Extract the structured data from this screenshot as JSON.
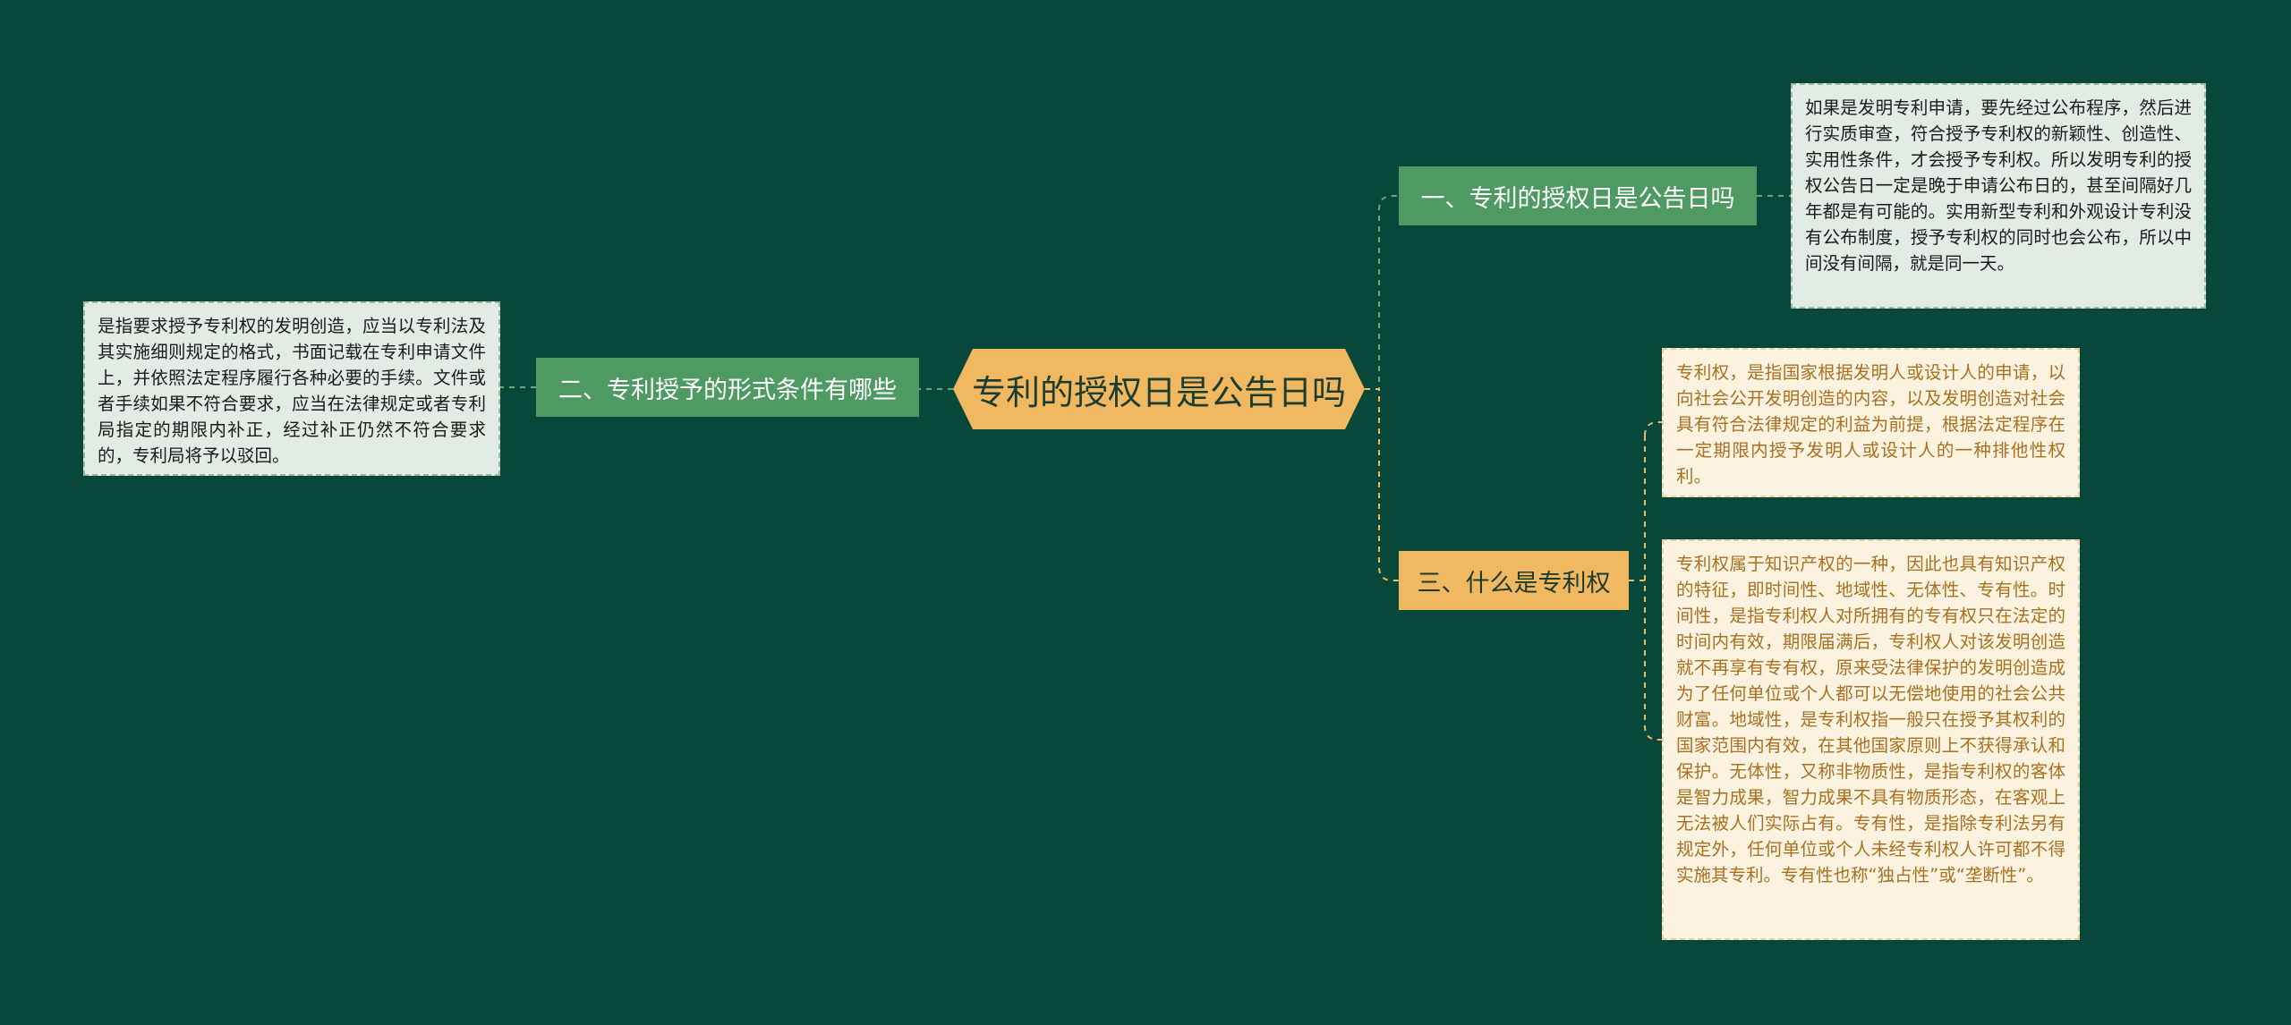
{
  "colors": {
    "background": "#07483a",
    "root_fill": "#f0b860",
    "green_branch": "#4f9a63",
    "yellow_branch": "#f0b860",
    "green_leaf": "#e3ebe5",
    "yellow_leaf": "#fbf2df",
    "green_connector": "#5fae74",
    "yellow_connector": "#f0b860"
  },
  "root": {
    "label": "专利的授权日是公告日吗"
  },
  "branches": [
    {
      "label": "一、专利的授权日是公告日吗",
      "color": "green"
    },
    {
      "label": "二、专利授予的形式条件有哪些",
      "color": "green"
    },
    {
      "label": "三、什么是专利权",
      "color": "yellow"
    }
  ],
  "leaves": [
    {
      "text": "如果是发明专利申请，要先经过公布程序，然后进行实质审查，符合授予专利权的新颖性、创造性、实用性条件，才会授予专利权。所以发明专利的授权公告日一定是晚于申请公布日的，甚至间隔好几年都是有可能的。实用新型专利和外观设计专利没有公布制度，授予专利权的同时也会公布，所以中间没有间隔，就是同一天。"
    },
    {
      "text": "是指要求授予专利权的发明创造，应当以专利法及其实施细则规定的格式，书面记载在专利申请文件上，并依照法定程序履行各种必要的手续。文件或者手续如果不符合要求，应当在法律规定或者专利局指定的期限内补正，经过补正仍然不符合要求的，专利局将予以驳回。"
    },
    {
      "text": "专利权，是指国家根据发明人或设计人的申请，以向社会公开发明创造的内容，以及发明创造对社会具有符合法律规定的利益为前提，根据法定程序在一定期限内授予发明人或设计人的一种排他性权利。"
    },
    {
      "text": "专利权属于知识产权的一种，因此也具有知识产权的特征，即时间性、地域性、无体性、专有性。时间性，是指专利权人对所拥有的专有权只在法定的时间内有效，期限届满后，专利权人对该发明创造就不再享有专有权，原来受法律保护的发明创造成为了任何单位或个人都可以无偿地使用的社会公共财富。地域性，是专利权指一般只在授予其权利的国家范围内有效，在其他国家原则上不获得承认和保护。无体性，又称非物质性，是指专利权的客体是智力成果，智力成果不具有物质形态，在客观上无法被人们实际占有。专有性，是指除专利法另有规定外，任何单位或个人未经专利权人许可都不得实施其专利。专有性也称“独占性”或“垄断性”。"
    }
  ]
}
